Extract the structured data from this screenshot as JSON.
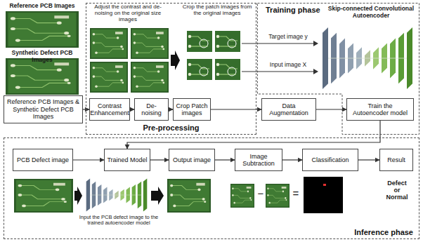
{
  "diagram": {
    "nodes": [
      {
        "text": [
          "Reference PCB Images & Synthetic Defect PCB Images"
        ]
      },
      {
        "text": [
          "Pre-processing"
        ]
      },
      {
        "text": [
          "Contrast Enhancement"
        ],
        "in": 1
      },
      {
        "text": [
          "De-noising"
        ],
        "in": 1
      },
      {
        "text": [
          "Crop Patch images"
        ],
        "in": 1
      },
      {
        "text": [
          "Data Augmentation"
        ]
      },
      {
        "text": [
          "Training phase"
        ]
      },
      {
        "text": [
          "Train the Autoencoder model"
        ],
        "in": 6
      },
      {
        "text": [
          "Inference phase"
        ]
      },
      {
        "text": [
          "PCB Defect image"
        ],
        "in": 8
      },
      {
        "text": [
          "Trained Model"
        ],
        "in": 8
      },
      {
        "text": [
          "Output image"
        ],
        "in": 8
      },
      {
        "text": [
          "Image Subtraction"
        ],
        "in": 8
      },
      {
        "text": [
          "Classification"
        ],
        "in": 8
      },
      {
        "text": [
          "Result"
        ],
        "in": 8
      }
    ],
    "edges": [
      {
        "from": 0,
        "to": 2,
        "arrow": "to"
      },
      {
        "from": 2,
        "to": 3,
        "arrow": "to"
      },
      {
        "from": 3,
        "to": 4,
        "arrow": "to"
      },
      {
        "from": 4,
        "to": 5,
        "arrow": "to"
      },
      {
        "from": 5,
        "to": 7,
        "arrow": "to"
      },
      {
        "from": 7,
        "to": 10,
        "arrow": "to"
      },
      {
        "from": 9,
        "to": 10,
        "arrow": "to"
      },
      {
        "from": 10,
        "to": 11,
        "arrow": "to"
      },
      {
        "from": 11,
        "to": 12,
        "arrow": "to"
      },
      {
        "from": 12,
        "to": 13,
        "arrow": "to"
      },
      {
        "from": 13,
        "to": 14,
        "arrow": "to"
      }
    ],
    "labels": [
      "Reference PCB Images",
      "Synthetic Defect PCB Images",
      "Adjust the contrast and de-noising on the original size images",
      "Crop the patch images from the original images",
      "Target image y",
      "Input image X",
      "Skip-connected Convolutional Autoencoder",
      "Input the PCB defect image to the trained autoencoder model",
      "−",
      "=",
      "Defect or Normal"
    ]
  }
}
